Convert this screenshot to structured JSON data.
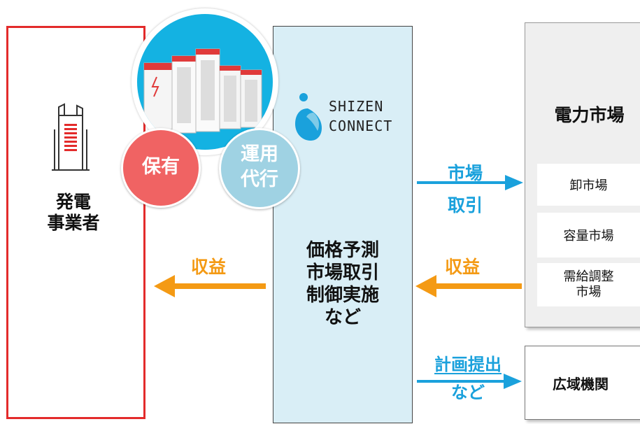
{
  "generator": {
    "label": "発電\n事業者"
  },
  "badges": {
    "own": "保有",
    "operate": "運用\n代行"
  },
  "brand": {
    "line1": "SHIZEN",
    "line2": "CONNECT"
  },
  "center": {
    "label": "価格予測\n市場取引\n制御実施\nなど"
  },
  "arrows": {
    "revenue_left": "収益",
    "revenue_right": "収益",
    "market_trade": "市場\n取引",
    "plan_submit_1": "計画提出",
    "plan_submit_2": "など"
  },
  "market": {
    "title": "電力市場",
    "items": [
      "卸市場",
      "容量市場",
      "需給調整\n市場"
    ]
  },
  "agency": {
    "label": "広域機関"
  },
  "colors": {
    "red": "#e32b2b",
    "blue": "#1aa1dc",
    "orange": "#f49a14",
    "center_fill": "#d9eef6"
  }
}
